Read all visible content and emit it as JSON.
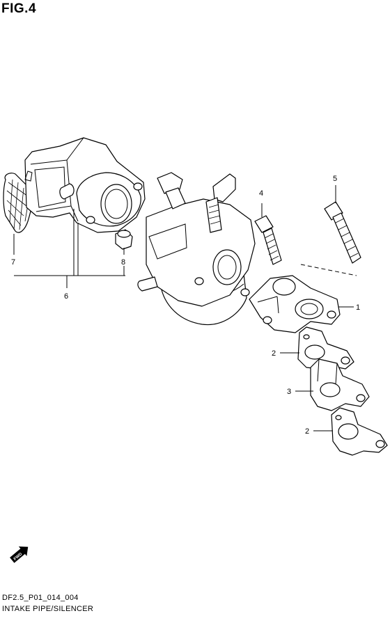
{
  "figure": {
    "title": "FIG.4",
    "code": "DF2.5_P01_014_004",
    "caption": "INTAKE PIPE/SILENCER",
    "fwd_label": "FWD"
  },
  "callouts": [
    {
      "id": "c1",
      "label": "1",
      "part": "intake pipe"
    },
    {
      "id": "c2a",
      "label": "2",
      "part": "gasket"
    },
    {
      "id": "c3",
      "label": "3",
      "part": "insulator"
    },
    {
      "id": "c2b",
      "label": "2",
      "part": "gasket"
    },
    {
      "id": "c4",
      "label": "4",
      "part": "bolt"
    },
    {
      "id": "c5",
      "label": "5",
      "part": "bolt"
    },
    {
      "id": "c6",
      "label": "6",
      "part": "silencer assembly"
    },
    {
      "id": "c7",
      "label": "7",
      "part": "silencer screen"
    },
    {
      "id": "c8",
      "label": "8",
      "part": "collar"
    }
  ]
}
